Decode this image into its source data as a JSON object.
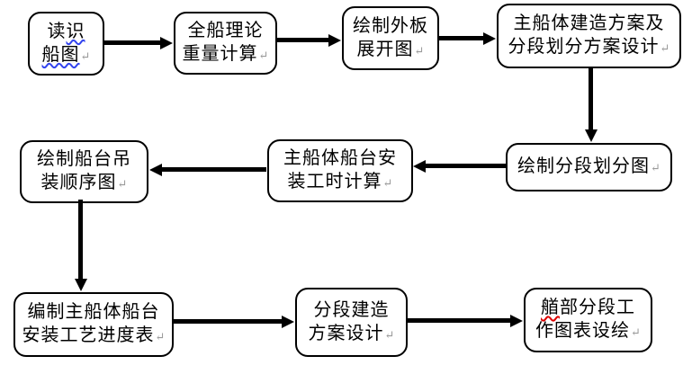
{
  "return_mark": "↵",
  "colors": {
    "box_fill": "#ffffff",
    "box_border": "#000000",
    "text": "#000000",
    "arrow": "#000000",
    "spellcheck_wavy_blue": "#3344ee",
    "spellcheck_wavy_red": "#dd0000",
    "return_mark_gray": "#9a9a9a"
  },
  "boxes": {
    "b1": {
      "line1_plain": "读",
      "line1_wavy": "识",
      "line2_wavy": "船图"
    },
    "b2": {
      "line1": "全船理论",
      "line2": "重量计算"
    },
    "b3": {
      "line1": "绘制外板",
      "line2": "展开图"
    },
    "b4": {
      "line1": "主船体建造方案及",
      "line2": "分段划分方案设计"
    },
    "b5": {
      "line1": "绘制船台吊",
      "line2": "装顺序图"
    },
    "b6": {
      "line1": "主船体船台安",
      "line2": "装工时计算"
    },
    "b7": {
      "line1": "绘制分段划分图"
    },
    "b8": {
      "line1": "编制主船体船台",
      "line2": "安装工艺进度表"
    },
    "b9": {
      "line1": "分段建造",
      "line2": "方案设计"
    },
    "b10": {
      "line1_wavy": "艏",
      "line1_rest": "部分段工",
      "line2": "作图表设绘"
    }
  }
}
